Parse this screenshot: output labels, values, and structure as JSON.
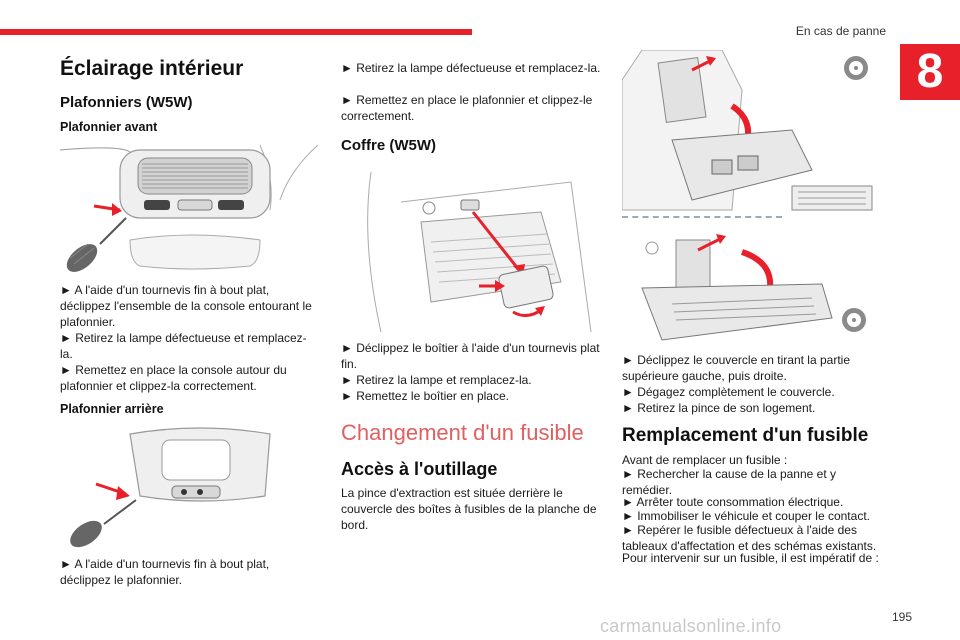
{
  "header": {
    "section_title": "En cas de panne",
    "chapter_number": "8"
  },
  "col1": {
    "title": "Éclairage intérieur",
    "subtitle": "Plafonniers (W5W)",
    "front_heading": "Plafonnier avant",
    "front_steps": [
      "► A l'aide d'un tournevis fin à bout plat, déclippez l'ensemble de la console entourant le plafonnier.",
      "► Retirez la lampe défectueuse et remplacez-la.",
      "► Remettez en place la console autour du plafonnier et clippez-la correctement."
    ],
    "rear_heading": "Plafonnier arrière",
    "rear_steps": [
      "► A l'aide d'un tournevis fin à bout plat, déclippez le plafonnier."
    ]
  },
  "col2": {
    "top_steps": [
      "► Retirez la lampe défectueuse et remplacez-la.",
      "► Remettez en place le plafonnier et clippez-le correctement."
    ],
    "trunk_heading": "Coffre (W5W)",
    "trunk_steps": [
      "► Déclippez le boîtier à l'aide d'un tournevis plat fin.",
      "► Retirez la lampe et remplacez-la.",
      "► Remettez le boîtier en place."
    ],
    "fuse_title": "Changement d'un fusible",
    "tools_heading": "Accès à l'outillage",
    "tools_text": "La pince d'extraction est située derrière le couvercle des boîtes à fusibles de la planche de bord."
  },
  "col3": {
    "steps": [
      "► Déclippez le couvercle en tirant la partie supérieure gauche, puis droite.",
      "► Dégagez complètement le couvercle.",
      "► Retirez la pince de son logement."
    ],
    "replace_heading": "Remplacement d'un fusible",
    "replace_intro": "Avant de remplacer un fusible :",
    "replace_steps": [
      "► Rechercher la cause de la panne et y remédier.",
      "► Arrêter toute consommation électrique.",
      "► Immobiliser le véhicule et couper le contact.",
      "► Repérer le fusible défectueux à l'aide des tableaux d'affectation et des schémas existants."
    ],
    "replace_outro": "Pour intervenir sur un fusible, il est impératif de :"
  },
  "footer": {
    "page_number": "195",
    "watermark": "carmanualsonline.info"
  },
  "colors": {
    "accent": "#e8202a",
    "title_light": "#e06060"
  }
}
